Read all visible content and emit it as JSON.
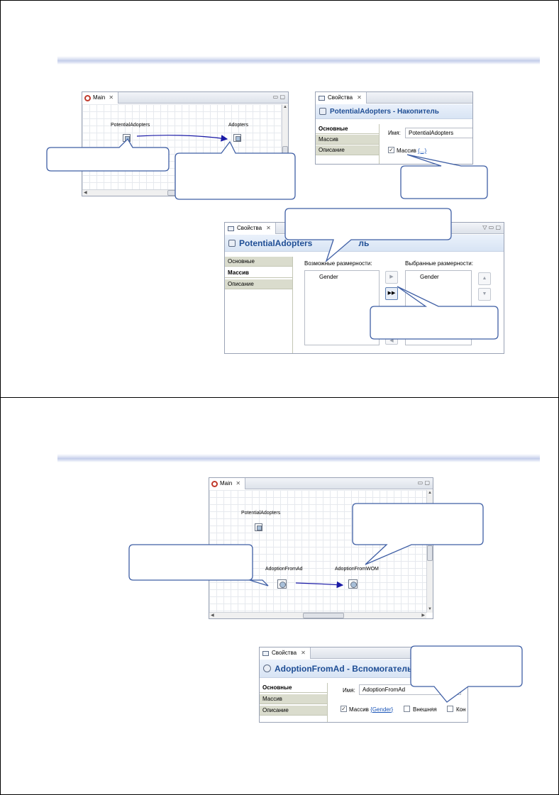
{
  "slide1": {
    "editor": {
      "tab_label": "Main",
      "window_controls": "▭ ▢",
      "nodes": [
        {
          "label": "PotentialAdopters"
        },
        {
          "label": "Adopters"
        }
      ]
    },
    "properties_small": {
      "tab_label": "Свойства",
      "header": "PotentialAdopters - Накопитель",
      "sidebar": [
        "Основные",
        "Массив",
        "Описание"
      ],
      "name_label": "Имя:",
      "name_value": "PotentialAdopters",
      "array_checkbox_label": "Массив",
      "array_link": "(...)"
    },
    "properties_large": {
      "tab_label": "Свойства",
      "window_controls": "▽ ▭ ▢",
      "header_visible": "PotentialAdopters",
      "header_tail": "ль",
      "sidebar": [
        "Основные",
        "Массив",
        "Описание"
      ],
      "available_label": "Возможные размерности:",
      "selected_label": "Выбранные размерности:",
      "available_items": [
        "Gender"
      ],
      "selected_items": [
        "Gender"
      ]
    }
  },
  "slide2": {
    "editor": {
      "tab_label": "Main",
      "window_controls": "▭ ▢",
      "nodes": [
        {
          "label": "PotentialAdopters"
        },
        {
          "label": "AdoptionFromAd"
        },
        {
          "label": "AdoptionFromWOM"
        }
      ]
    },
    "properties": {
      "tab_label": "Свойства",
      "header": "AdoptionFromAd - Вспомогательна",
      "sidebar": [
        "Основные",
        "Массив",
        "Описание"
      ],
      "name_label": "Имя:",
      "name_value": "AdoptionFromAd",
      "array_checkbox_label": "Массив",
      "array_link_open": "{",
      "array_link": "Gender",
      "array_link_close": "}",
      "external_label": "Внешняя",
      "const_label": "Кон"
    }
  },
  "colors": {
    "flow_arrow": "#1a1aa6",
    "header_text": "#1f4e95",
    "sidebar_bg": "#dadccd"
  }
}
